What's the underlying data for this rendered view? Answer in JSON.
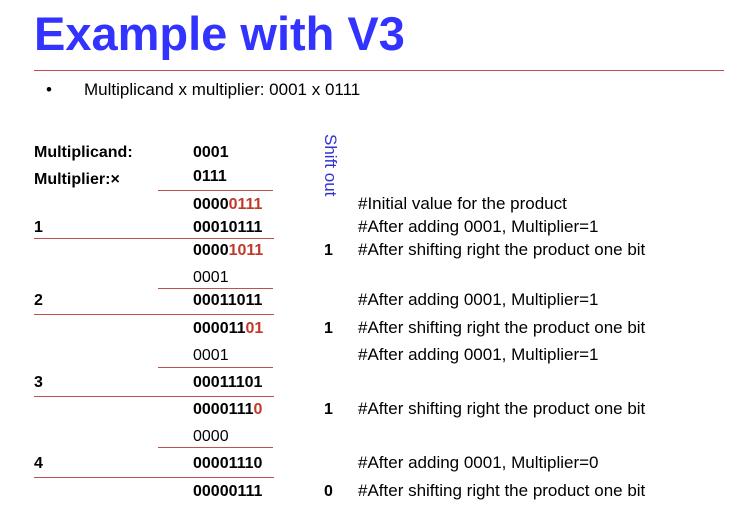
{
  "title": "Example with V3",
  "bullet": "Multiplicand x multiplier: 0001 x 0111",
  "multiplicand_label": "Multiplicand:",
  "multiplier_label": "Multiplier:×",
  "multiplicand_value": "0001",
  "multiplier_value": "0111",
  "shift_out_label": "Shift out",
  "colors": {
    "title": "#3333ff",
    "rule": "#c0504d",
    "highlight": "#c0392b",
    "shift_out": "#3333cc"
  },
  "rows": {
    "r0": {
      "pre": "0000",
      "hl": "0111",
      "comment": "#Initial value for the product"
    },
    "r1": {
      "step": "1",
      "value": "00010111",
      "comment": "#After adding 0001, Multiplier=1"
    },
    "r2": {
      "pre": "0000",
      "hl": "1011",
      "shift": "1",
      "comment": "#After shifting right the product one bit"
    },
    "r3": {
      "value": "0001"
    },
    "r4": {
      "step": "2",
      "value": "00011011",
      "comment": "#After adding 0001, Multiplier=1"
    },
    "r5": {
      "pre": "000011",
      "hl": "01",
      "shift": "1",
      "comment": "#After shifting right the product one bit"
    },
    "r6": {
      "value": "0001",
      "comment": "#After adding 0001, Multiplier=1"
    },
    "r7": {
      "step": "3",
      "value": "00011101"
    },
    "r8": {
      "pre": "0000111",
      "hl": "0",
      "shift": "1",
      "comment": "#After shifting right the product one bit"
    },
    "r9": {
      "value": "0000"
    },
    "r10": {
      "step": "4",
      "value": "00001110",
      "comment": "#After adding 0001, Multiplier=0"
    },
    "r11": {
      "value": "00000111",
      "shift": "0",
      "comment": "#After shifting right the product one bit"
    }
  }
}
